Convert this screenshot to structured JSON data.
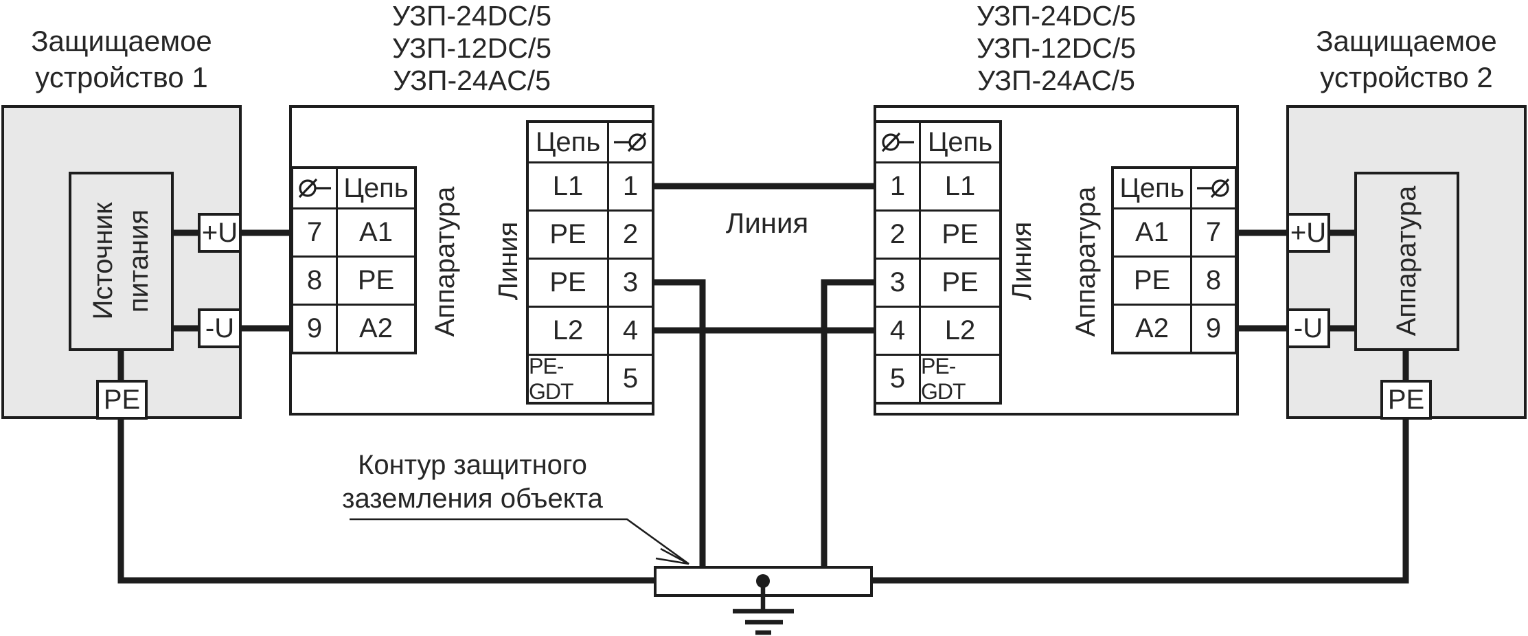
{
  "palette": {
    "line_color": "#1d1d1d",
    "box_fill": "#e8e8e8",
    "text_color": "#262626"
  },
  "protected_device_1": {
    "label_line1": "Защищаемое",
    "label_line2": "устройство 1",
    "inner_label_line1": "Источник",
    "inner_label_line2": "питания",
    "terminal_plus": "+U",
    "terminal_minus": "-U",
    "terminal_pe": "PE"
  },
  "surge_protector_models": {
    "line1": "УЗП-24DC/5",
    "line2": "УЗП-12DC/5",
    "line3": "УЗП-24AC/5"
  },
  "device_left": {
    "apparatus_side_label": "Аппаратура",
    "line_side_label": "Линия",
    "apparatus_table": {
      "circuit_header": "Цепь",
      "rows": [
        {
          "num": "7",
          "name": "A1"
        },
        {
          "num": "8",
          "name": "PE"
        },
        {
          "num": "9",
          "name": "A2"
        }
      ]
    },
    "line_table": {
      "circuit_header": "Цепь",
      "rows": [
        {
          "name": "L1",
          "num": "1"
        },
        {
          "name": "PE",
          "num": "2"
        },
        {
          "name": "PE",
          "num": "3"
        },
        {
          "name": "L2",
          "num": "4"
        },
        {
          "name": "PE-GDT",
          "num": "5"
        }
      ]
    }
  },
  "line_between_label": "Линия",
  "device_right": {
    "apparatus_side_label": "Аппаратура",
    "line_side_label": "Линия",
    "line_table": {
      "circuit_header": "Цепь",
      "rows": [
        {
          "num": "1",
          "name": "L1"
        },
        {
          "num": "2",
          "name": "PE"
        },
        {
          "num": "3",
          "name": "PE"
        },
        {
          "num": "4",
          "name": "L2"
        },
        {
          "num": "5",
          "name": "PE-GDT"
        }
      ]
    },
    "apparatus_table": {
      "circuit_header": "Цепь",
      "rows": [
        {
          "name": "A1",
          "num": "7"
        },
        {
          "name": "PE",
          "num": "8"
        },
        {
          "name": "A2",
          "num": "9"
        }
      ]
    }
  },
  "protected_device_2": {
    "label_line1": "Защищаемое",
    "label_line2": "устройство 2",
    "inner_label": "Аппаратура",
    "terminal_plus": "+U",
    "terminal_minus": "-U",
    "terminal_pe": "PE"
  },
  "ground_note": {
    "line1": "Контур защитного",
    "line2": "заземления объекта"
  }
}
